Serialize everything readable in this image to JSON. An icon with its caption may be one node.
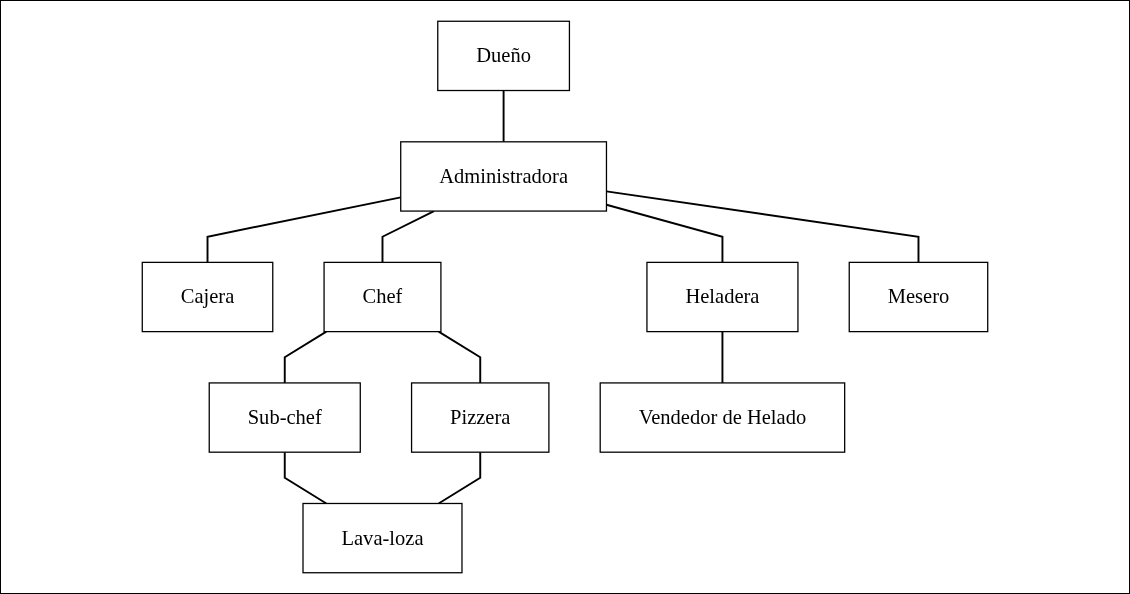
{
  "diagram": {
    "nodes": [
      {
        "text": [
          "Dueño"
        ]
      },
      {
        "text": [
          "Administradora"
        ]
      },
      {
        "text": [
          "Cajera"
        ]
      },
      {
        "text": [
          "Chef"
        ]
      },
      {
        "text": [
          "Heladera"
        ]
      },
      {
        "text": [
          "Mesero"
        ]
      },
      {
        "text": [
          "Sub-chef"
        ]
      },
      {
        "text": [
          "Pizzera"
        ]
      },
      {
        "text": [
          "Vendedor de Helado"
        ]
      },
      {
        "text": [
          "Lava-loza"
        ]
      }
    ],
    "edges": [
      {
        "from": 0,
        "to": 1,
        "arrow": "none"
      },
      {
        "from": 1,
        "to": 2,
        "arrow": "none"
      },
      {
        "from": 1,
        "to": 3,
        "arrow": "none"
      },
      {
        "from": 1,
        "to": 4,
        "arrow": "none"
      },
      {
        "from": 1,
        "to": 5,
        "arrow": "none"
      },
      {
        "from": 3,
        "to": 6,
        "arrow": "none"
      },
      {
        "from": 3,
        "to": 7,
        "arrow": "none"
      },
      {
        "from": 4,
        "to": 8,
        "arrow": "none"
      },
      {
        "from": 6,
        "to": 9,
        "arrow": "none"
      },
      {
        "from": 7,
        "to": 9,
        "arrow": "none"
      }
    ]
  }
}
